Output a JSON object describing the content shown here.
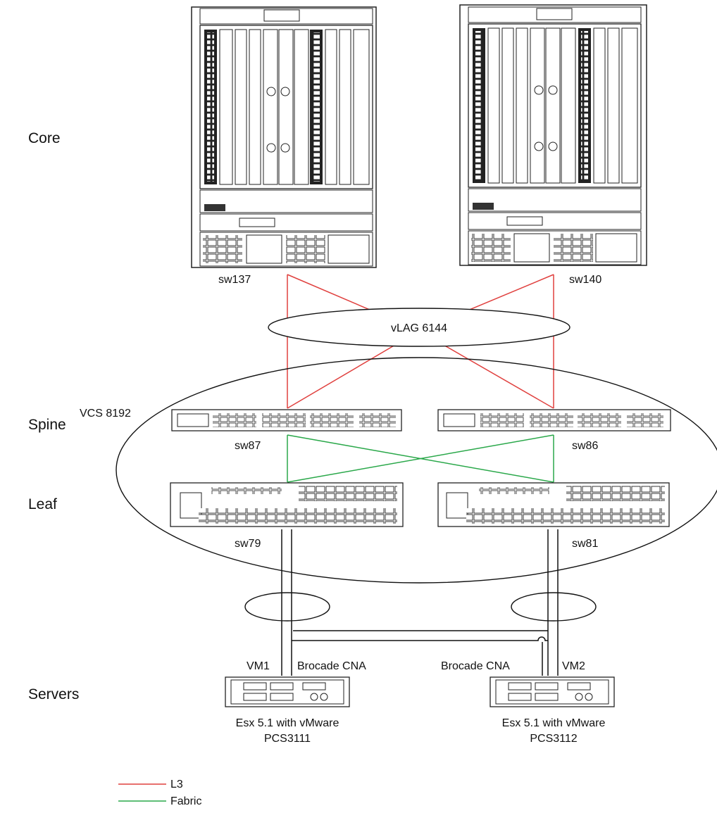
{
  "tiers": {
    "core": "Core",
    "spine": "Spine",
    "leaf": "Leaf",
    "servers": "Servers"
  },
  "switches": {
    "core_left": "sw137",
    "core_right": "sw140",
    "spine_left": "sw87",
    "spine_right": "sw86",
    "leaf_left": "sw79",
    "leaf_right": "sw81"
  },
  "vlag": "vLAG 6144",
  "vcs": "VCS 8192",
  "servers": {
    "left": {
      "vm": "VM1",
      "cna": "Brocade CNA",
      "os": "Esx 5.1 with vMware",
      "host": "PCS3111"
    },
    "right": {
      "vm": "VM2",
      "cna": "Brocade CNA",
      "os": "Esx 5.1 with vMware",
      "host": "PCS3112"
    }
  },
  "legend": [
    {
      "label": "L3",
      "color": "#e0413f"
    },
    {
      "label": "Fabric",
      "color": "#2aa84a"
    }
  ],
  "colors": {
    "l3": "#e0413f",
    "fabric": "#2aa84a",
    "line": "#111111"
  }
}
